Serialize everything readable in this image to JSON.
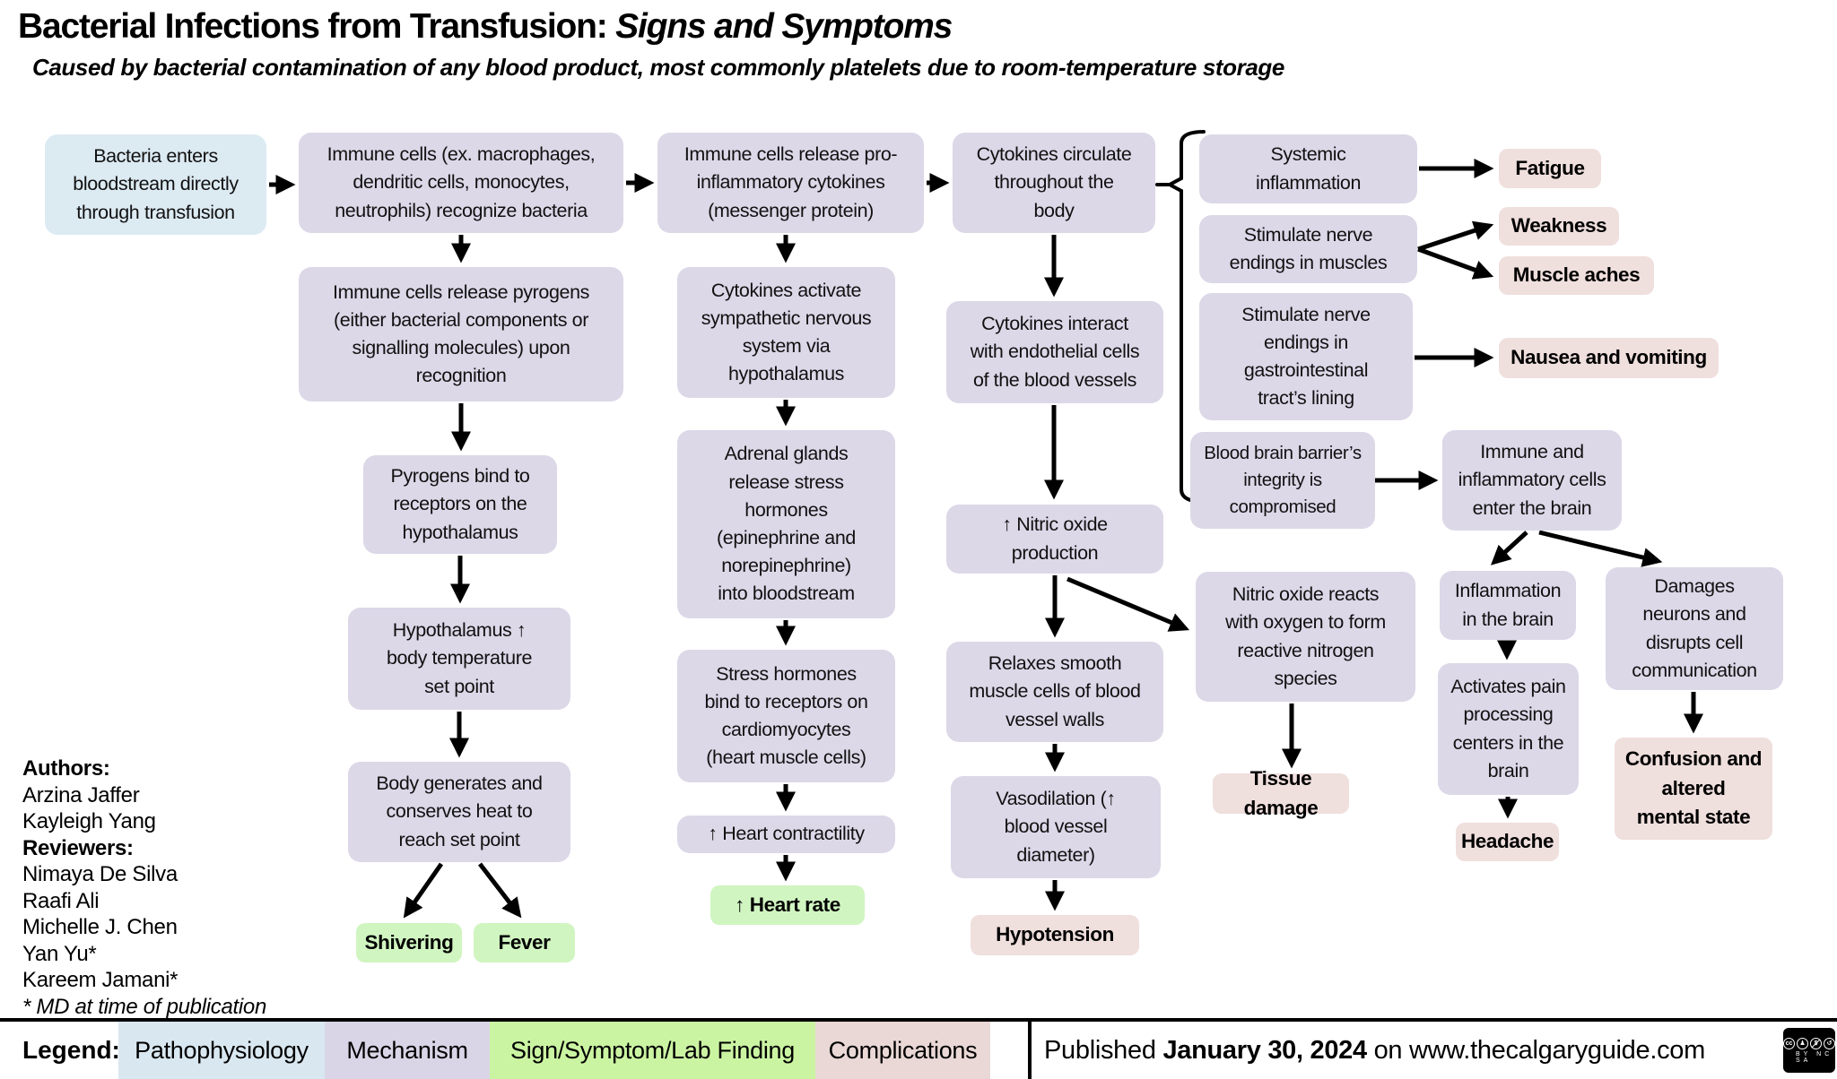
{
  "header": {
    "title_main": "Bacterial Infections from Transfusion: ",
    "title_emphasis": "Signs and Symptoms",
    "subtitle": "Caused by bacterial contamination of any blood product, most commonly platelets due to room-temperature storage"
  },
  "nodes": {
    "bacteria_enters": "Bacteria enters\nbloodstream directly\nthrough transfusion",
    "immune_recognize": "Immune cells (ex. macrophages,\ndendritic cells, monocytes,\nneutrophils) recognize bacteria",
    "release_pyrogens": "Immune cells release pyrogens\n(either bacterial components or\nsignalling molecules) upon\nrecognition",
    "pyrogens_bind": "Pyrogens bind to\nreceptors on the\nhypothalamus",
    "hypothalamus_set": "Hypothalamus ↑\nbody temperature\nset point",
    "body_heat": "Body generates and\nconserves heat to\nreach set point",
    "shivering": "Shivering",
    "fever": "Fever",
    "release_cytokines": "Immune cells release pro-\ninflammatory cytokines\n(messenger protein)",
    "cytokines_sns": "Cytokines activate\nsympathetic nervous\nsystem via\nhypothalamus",
    "adrenal": "Adrenal glands\nrelease stress\nhormones\n(epinephrine and\nnorepinephrine)\ninto bloodstream",
    "stress_bind": "Stress hormones\nbind to receptors on\ncardiomyocytes\n(heart muscle cells)",
    "contractility": "↑ Heart contractility",
    "heart_rate": "↑ Heart rate",
    "cytokines_circulate": "Cytokines circulate\nthroughout the\nbody",
    "cytokines_endothelial": "Cytokines interact\nwith endothelial cells\nof the blood vessels",
    "nitric_oxide": "↑ Nitric oxide\nproduction",
    "relaxes_smooth": "Relaxes smooth\nmuscle cells of blood\nvessel walls",
    "vasodilation": "Vasodilation (↑\nblood vessel\ndiameter)",
    "hypotension": "Hypotension",
    "systemic_inflammation": "Systemic\ninflammation",
    "nerve_muscles": "Stimulate nerve\nendings in muscles",
    "nerve_gi": "Stimulate nerve\nendings in\ngastrointestinal\ntract’s lining",
    "bbb_compromised": "Blood brain barrier’s\nintegrity is\ncompromised",
    "immune_enter_brain": "Immune and\ninflammatory cells\nenter the brain",
    "no_reacts": "Nitric oxide reacts\nwith oxygen to form\nreactive nitrogen\nspecies",
    "inflammation_brain": "Inflammation\nin the brain",
    "damages_neurons": "Damages\nneurons and\ndisrupts cell\ncommunication",
    "pain_centers": "Activates pain\nprocessing\ncenters in the\nbrain",
    "fatigue": "Fatigue",
    "weakness": "Weakness",
    "muscle_aches": "Muscle aches",
    "nausea_vomiting": "Nausea and vomiting",
    "tissue_damage": "Tissue damage",
    "headache": "Headache",
    "confusion": "Confusion and\naltered\nmental state"
  },
  "credits": {
    "authors_heading": "Authors:",
    "authors": [
      "Arzina Jaffer",
      "Kayleigh Yang"
    ],
    "reviewers_heading": "Reviewers:",
    "reviewers": [
      "Nimaya De Silva",
      "Raafi Ali",
      "Michelle J. Chen",
      "Yan Yu*",
      "Kareem Jamani*"
    ],
    "footnote": "* MD at time of publication"
  },
  "legend": {
    "label": "Legend:",
    "items": [
      {
        "label": "Pathophysiology",
        "type": "pathophysiology"
      },
      {
        "label": "Mechanism",
        "type": "mechanism"
      },
      {
        "label": "Sign/Symptom/Lab Finding",
        "type": "sign_symptom"
      },
      {
        "label": "Complications",
        "type": "complication"
      }
    ]
  },
  "footer": {
    "published_prefix": "Published ",
    "published_date": "January 30, 2024",
    "published_suffix": " on www.thecalgaryguide.com"
  },
  "license": {
    "cc": "cc",
    "labels": "BY NC SA"
  },
  "colors": {
    "pathophysiology": "#DCEAF2",
    "mechanism": "#DCD8E8",
    "sign_symptom": "#D0F5C1",
    "complication": "#EFDFDD",
    "legend_pathophysiology": "#D9E7F0",
    "legend_mechanism": "#D9D5E6",
    "legend_sign_symptom": "#CBF4A2",
    "legend_complication": "#E9D8D6",
    "arrow": "#000000"
  }
}
